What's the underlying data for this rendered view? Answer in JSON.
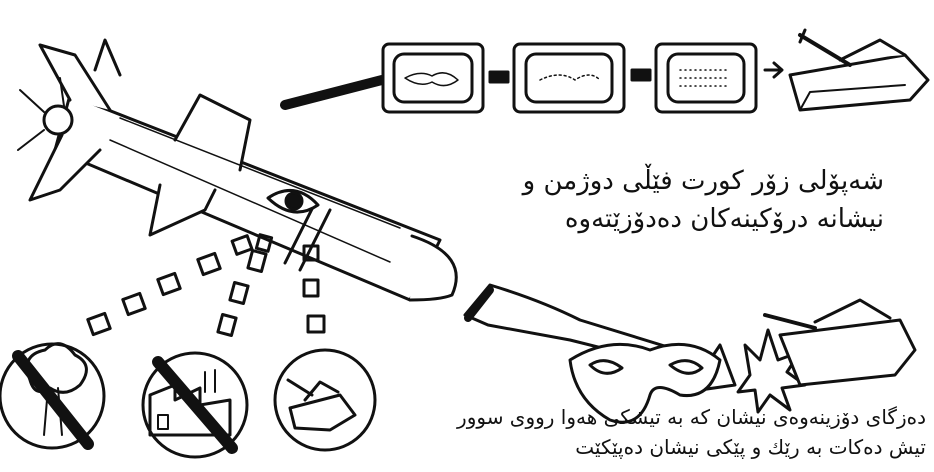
{
  "captions": {
    "top": {
      "line1": "شەپۆلی زۆر کورت فێڵی دوژمن و",
      "line2": "نیشانە درۆکینەکان دەدۆزێتەوە"
    },
    "bottom": {
      "line1": "دەزگای دۆزینەوەی نیشان کە بە تیشکی هەوا رووی سوور",
      "line2": "تیش دەکات بە رێك و پێکی نیشان دەپێکێت"
    }
  },
  "icons": [
    "missile-icon",
    "eye-icon",
    "monitor-icon",
    "arrow-icon",
    "tank-icon",
    "tree-icon",
    "factory-icon",
    "mask-icon",
    "explosion-icon",
    "prohibited-icon"
  ],
  "colors": {
    "ink": "#111111",
    "paper": "#ffffff"
  }
}
